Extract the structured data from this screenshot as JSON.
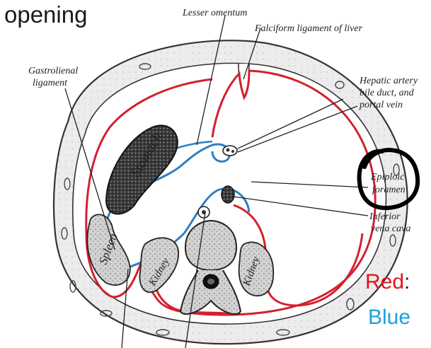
{
  "slide": {
    "heading_fragment": "opening",
    "legend": {
      "red_word": "Red",
      "red_suffix": ":",
      "blue_word": "Blue"
    }
  },
  "diagram": {
    "labels": {
      "lesser_omentum": "Lesser omentum",
      "falciform": "Falciform ligament of liver",
      "gastrolienal_1": "Gastrolienal",
      "gastrolienal_2": "ligament",
      "hepatic_1": "Hepatic artery",
      "hepatic_2": "bile duct, and",
      "hepatic_3": "portal vein",
      "epiploic_1": "Epiploic",
      "epiploic_2": "foramen",
      "inferior_1": "Inferior",
      "inferior_2": "vena cava"
    },
    "organs": {
      "stomach": "Stomach",
      "spleen": "Spleen",
      "kidney_left": "Kidney",
      "kidney_right": "Kidney"
    }
  },
  "colors": {
    "red_line": "#d4202e",
    "blue_line": "#2f7fc0",
    "legend_red": "#e0141e",
    "legend_blue": "#1ea0dc",
    "highlight_circle": "#000000"
  }
}
